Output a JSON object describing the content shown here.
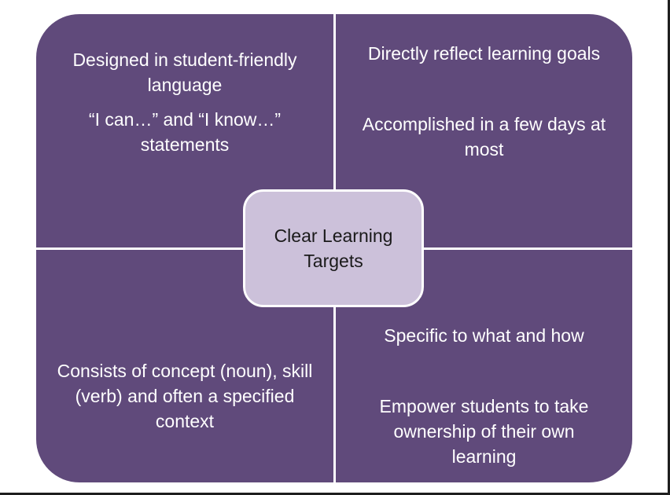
{
  "center": {
    "label": "Clear Learning Targets"
  },
  "quadrants": {
    "top_left": {
      "line1": "Designed in student-friendly language",
      "line2": "“I can…” and “I know…” statements"
    },
    "top_right": {
      "line1": "Directly reflect learning goals",
      "line2": "Accomplished in a few days at most"
    },
    "bottom_left": {
      "line1": "Consists of concept (noun), skill (verb) and often a specified context"
    },
    "bottom_right": {
      "line1": "Specific to what and how",
      "line2": "Empower students to take ownership of their own learning"
    }
  },
  "colors": {
    "quadrant_fill": "#604a7b",
    "center_fill": "#ccc1da",
    "divider": "#ffffff",
    "text_light": "#ffffff",
    "text_dark": "#1a1a1a"
  }
}
